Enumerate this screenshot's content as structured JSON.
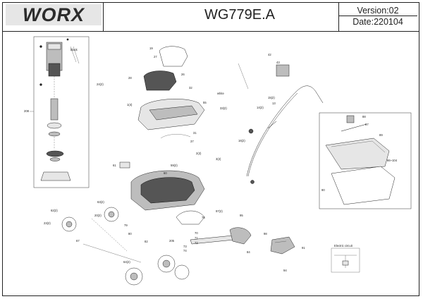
{
  "title_block": {
    "brand": "WORX",
    "model": "WG779E.A",
    "version": "Version:02",
    "date": "Date:220104"
  },
  "callouts": [
    {
      "id": "c1",
      "text": "28"
    },
    {
      "id": "c2",
      "text": "19"
    },
    {
      "id": "c3",
      "text": "27"
    },
    {
      "id": "c4",
      "text": "26"
    },
    {
      "id": "c5",
      "text": "24(2)"
    },
    {
      "id": "c6",
      "text": "32"
    },
    {
      "id": "c7",
      "text": "1(4)"
    },
    {
      "id": "c8",
      "text": "55"
    },
    {
      "id": "c9",
      "text": "31"
    },
    {
      "id": "c10",
      "text": "37"
    },
    {
      "id": "c11",
      "text": "2(2)"
    },
    {
      "id": "c12",
      "text": "61"
    },
    {
      "id": "c13",
      "text": "59(2)"
    },
    {
      "id": "c14",
      "text": "60"
    },
    {
      "id": "c15",
      "text": "63(2)"
    },
    {
      "id": "c16",
      "text": "62(2)"
    },
    {
      "id": "c17",
      "text": "20(2)"
    },
    {
      "id": "c18",
      "text": "23(2)"
    },
    {
      "id": "c19",
      "text": "67"
    },
    {
      "id": "c20",
      "text": "64(2)"
    },
    {
      "id": "c21",
      "text": "33(2)"
    },
    {
      "id": "c22",
      "text": "42"
    },
    {
      "id": "c23",
      "text": "43"
    },
    {
      "id": "c24",
      "text": "13"
    },
    {
      "id": "c25",
      "text": "14(2)"
    },
    {
      "id": "c26",
      "text": "15(2)"
    },
    {
      "id": "c27",
      "text": "16(2)"
    },
    {
      "id": "c28",
      "text": "3(2)"
    },
    {
      "id": "c29",
      "text": "88"
    },
    {
      "id": "c30",
      "text": "87"
    },
    {
      "id": "c31",
      "text": "89"
    },
    {
      "id": "c32",
      "text": "90"
    },
    {
      "id": "c33",
      "text": "86~104"
    },
    {
      "id": "c34",
      "text": "97(2)"
    },
    {
      "id": "c35",
      "text": "95"
    },
    {
      "id": "c36",
      "text": "98"
    },
    {
      "id": "c37",
      "text": "91"
    },
    {
      "id": "c38",
      "text": "94"
    },
    {
      "id": "c39",
      "text": "70"
    },
    {
      "id": "c40",
      "text": "71"
    },
    {
      "id": "c41",
      "text": "72"
    },
    {
      "id": "c42",
      "text": "73"
    },
    {
      "id": "c43",
      "text": "74"
    },
    {
      "id": "c44",
      "text": "76"
    },
    {
      "id": "c45",
      "text": "79"
    },
    {
      "id": "c46",
      "text": "80"
    },
    {
      "id": "c47",
      "text": "82"
    },
    {
      "id": "c48",
      "text": "84"
    },
    {
      "id": "c49",
      "text": "205"
    },
    {
      "id": "c50",
      "text": "208"
    },
    {
      "id": "c51",
      "text": "black"
    },
    {
      "id": "c52",
      "text": "white"
    },
    {
      "id": "c53",
      "text": "Electric circuit"
    }
  ]
}
